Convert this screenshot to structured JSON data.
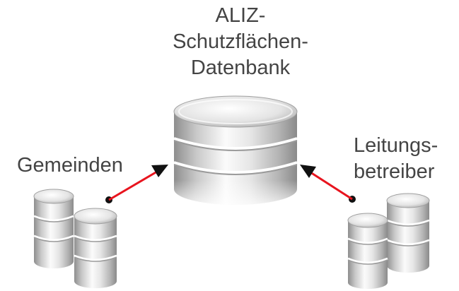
{
  "central": {
    "title_lines": [
      "ALIZ-",
      "Schutzflächen-",
      "Datenbank"
    ]
  },
  "left": {
    "label": "Gemeinden"
  },
  "right": {
    "label_lines": [
      "Leitungs-",
      "betreiber"
    ]
  },
  "colors": {
    "arrow": "#e8141e",
    "arrow_head": "#111111",
    "text": "#444444",
    "disk_light": "#fdfdfd",
    "disk_dark": "#9a9a9a"
  },
  "icons": [
    "database-icon",
    "arrow-icon"
  ]
}
